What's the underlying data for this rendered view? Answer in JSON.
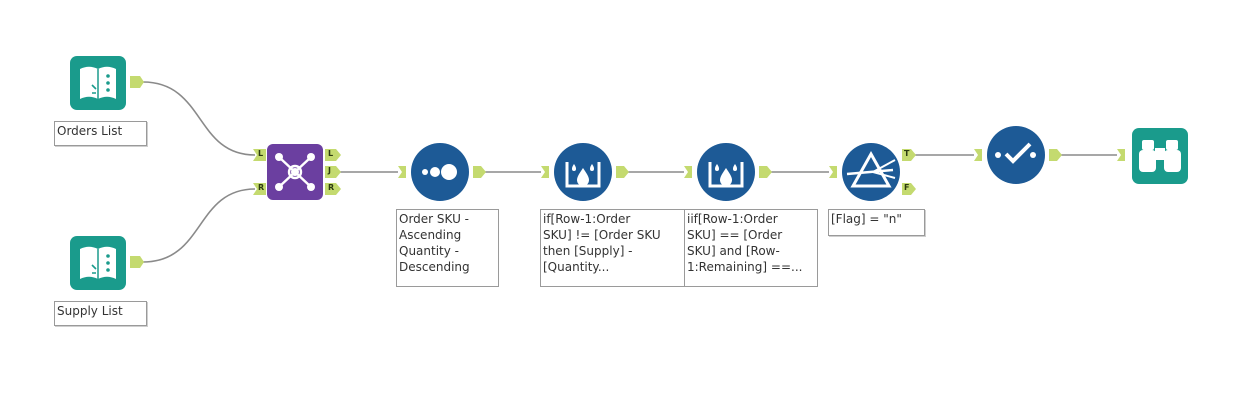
{
  "canvas": {
    "colors": {
      "input_teal": "#1a9b8c",
      "join_purple": "#6b3fa0",
      "tool_blue": "#1d5a96",
      "connector_green": "#c4da6f",
      "connection_line": "#8a8a8a"
    },
    "tools": {
      "orders_input": {
        "icon": "book-input-icon",
        "label": "Orders List"
      },
      "supply_input": {
        "icon": "book-input-icon",
        "label": "Supply List"
      },
      "join": {
        "icon": "join-icon",
        "anchors": {
          "in_left": "L",
          "in_right": "R",
          "out_left": "L",
          "out_join": "J",
          "out_right": "R"
        }
      },
      "sort": {
        "icon": "sort-icon",
        "label": "Order SKU -\nAscending\nQuantity -\nDescending"
      },
      "formula1": {
        "icon": "formula-icon",
        "label": "if[Row-1:Order\nSKU] != [Order SKU\nthen [Supply] -\n[Quantity..."
      },
      "formula2": {
        "icon": "formula-icon",
        "label": "iif[Row-1:Order\nSKU] == [Order\nSKU] and [Row-\n1:Remaining] ==..."
      },
      "filter": {
        "icon": "filter-icon",
        "label": "[Flag] = \"n\"",
        "anchors": {
          "true": "T",
          "false": "F"
        }
      },
      "select": {
        "icon": "select-check-icon"
      },
      "browse": {
        "icon": "binoculars-icon"
      }
    }
  }
}
